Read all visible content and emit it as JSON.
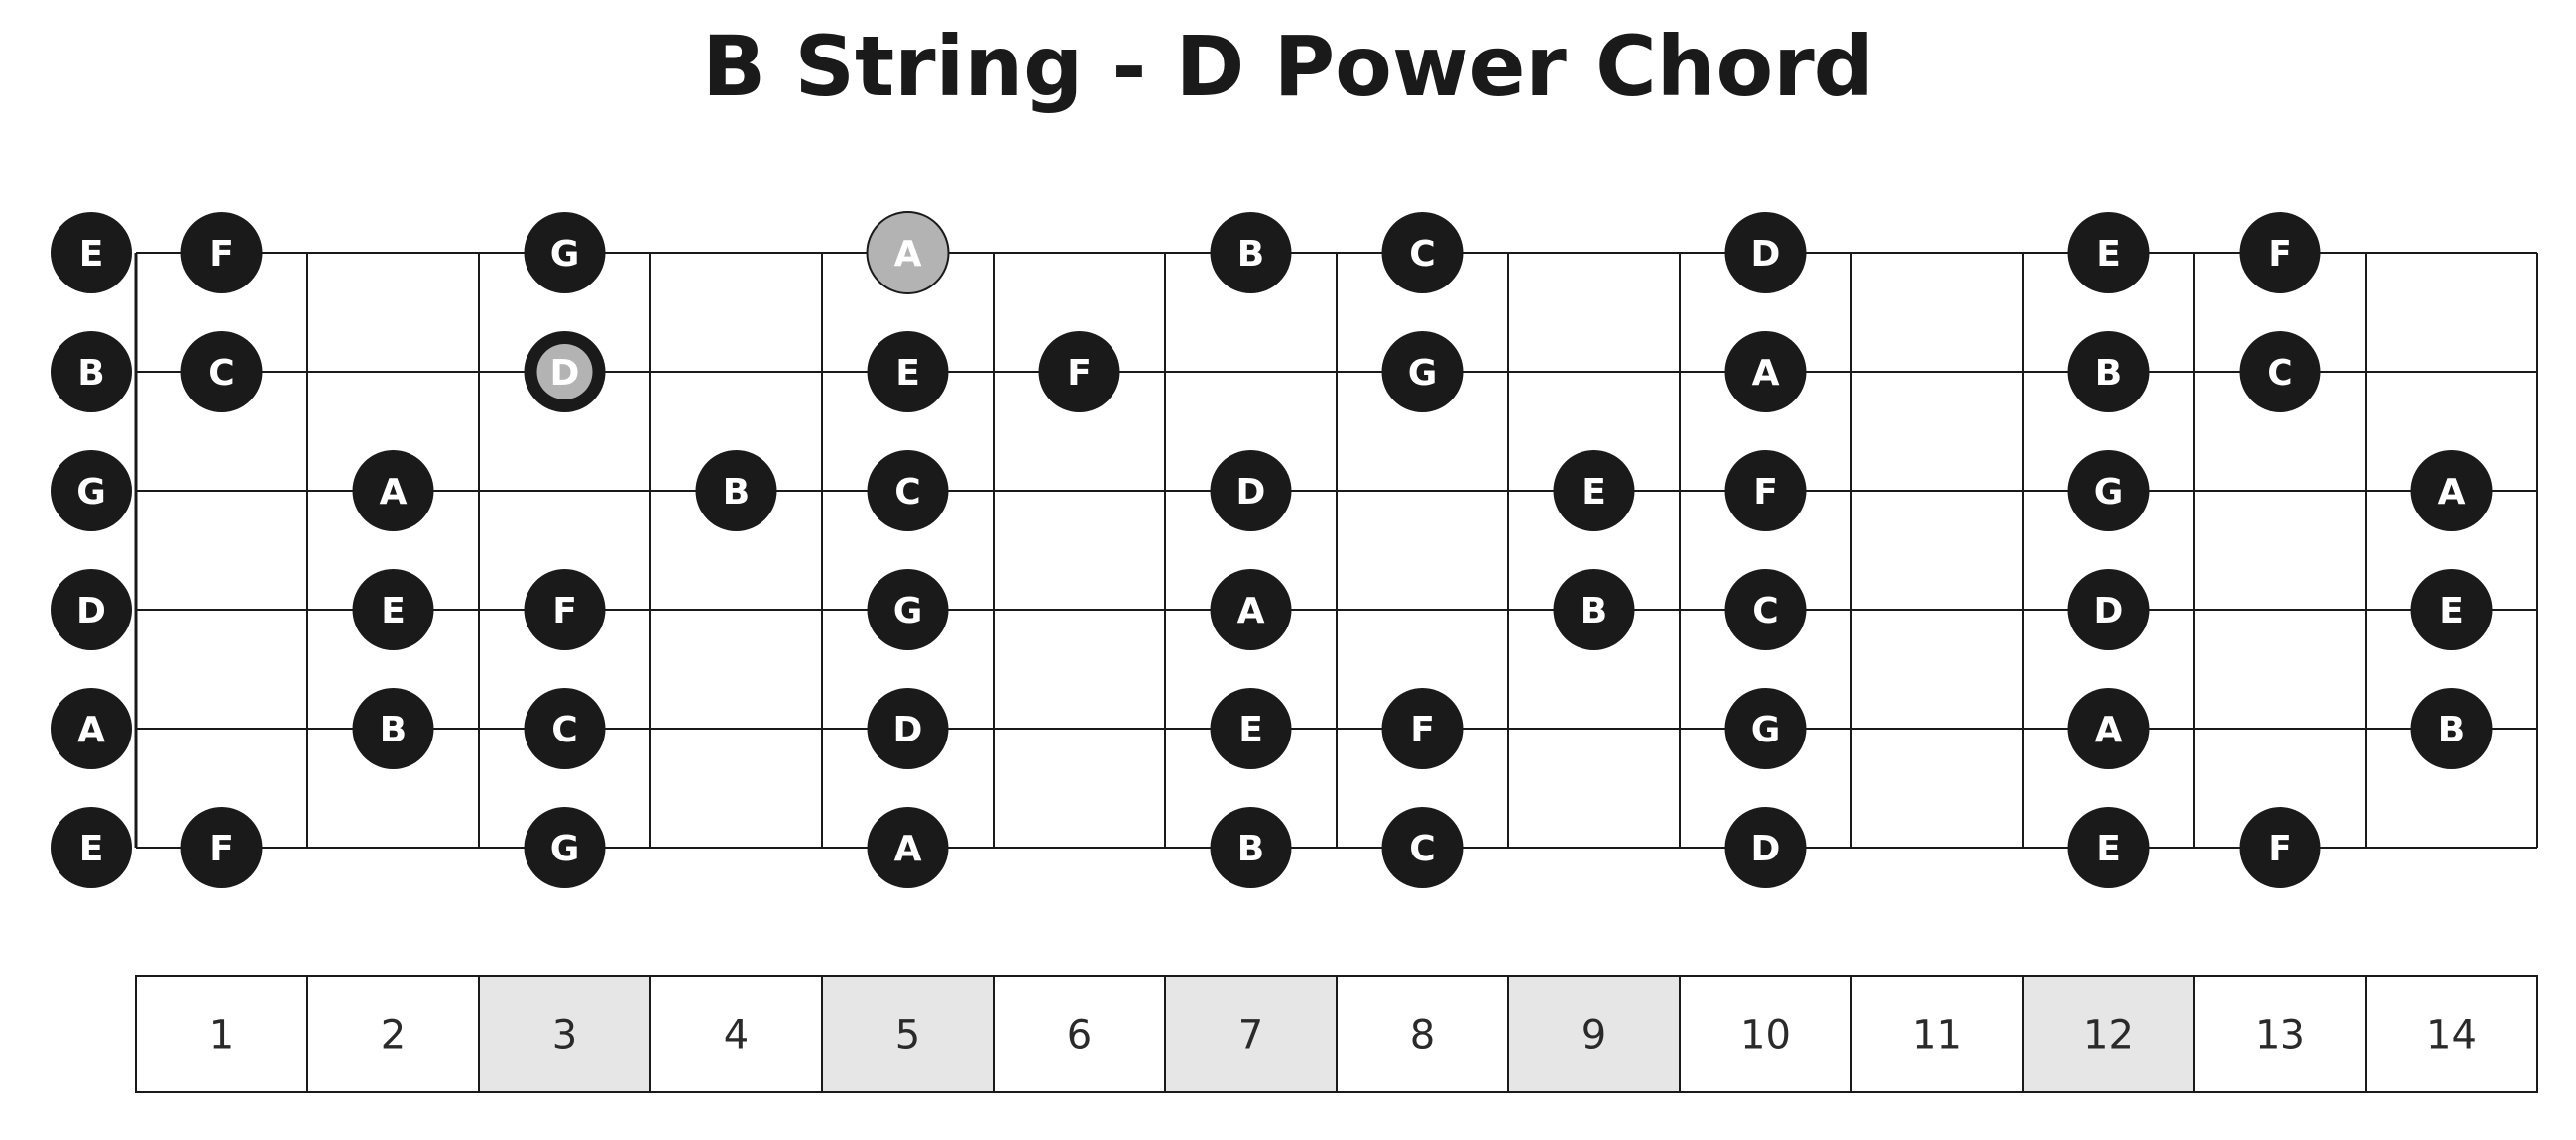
{
  "title": "B String - D Power Chord",
  "colors": {
    "dot": "#1a1a1a",
    "dot_text": "#ffffff",
    "highlight": "#b3b3b3",
    "line": "#1a1a1a",
    "marker_fill": "#e6e6e6"
  },
  "fretboard": {
    "fret_count": 14,
    "open_strings": [
      "E",
      "B",
      "G",
      "D",
      "A",
      "E"
    ],
    "notes": [
      [
        "F",
        "",
        "G",
        "",
        "A",
        "",
        "B",
        "C",
        "",
        "D",
        "",
        "E",
        "F",
        ""
      ],
      [
        "C",
        "",
        "D",
        "",
        "E",
        "F",
        "",
        "G",
        "",
        "A",
        "",
        "B",
        "C",
        ""
      ],
      [
        "",
        "A",
        "",
        "B",
        "C",
        "",
        "D",
        "",
        "E",
        "F",
        "",
        "G",
        "",
        "A"
      ],
      [
        "",
        "E",
        "F",
        "",
        "G",
        "",
        "A",
        "",
        "B",
        "C",
        "",
        "D",
        "",
        "E"
      ],
      [
        "",
        "B",
        "C",
        "",
        "D",
        "",
        "E",
        "F",
        "",
        "G",
        "",
        "A",
        "",
        "B"
      ],
      [
        "F",
        "",
        "G",
        "",
        "A",
        "",
        "B",
        "C",
        "",
        "D",
        "",
        "E",
        "F",
        ""
      ]
    ],
    "highlighted": [
      {
        "string": 0,
        "fret": 5,
        "style": "root-light"
      },
      {
        "string": 1,
        "fret": 3,
        "style": "ring"
      }
    ],
    "fret_numbers": [
      "1",
      "2",
      "3",
      "4",
      "5",
      "6",
      "7",
      "8",
      "9",
      "10",
      "11",
      "12",
      "13",
      "14"
    ],
    "marker_frets": [
      3,
      5,
      7,
      9,
      12
    ]
  }
}
